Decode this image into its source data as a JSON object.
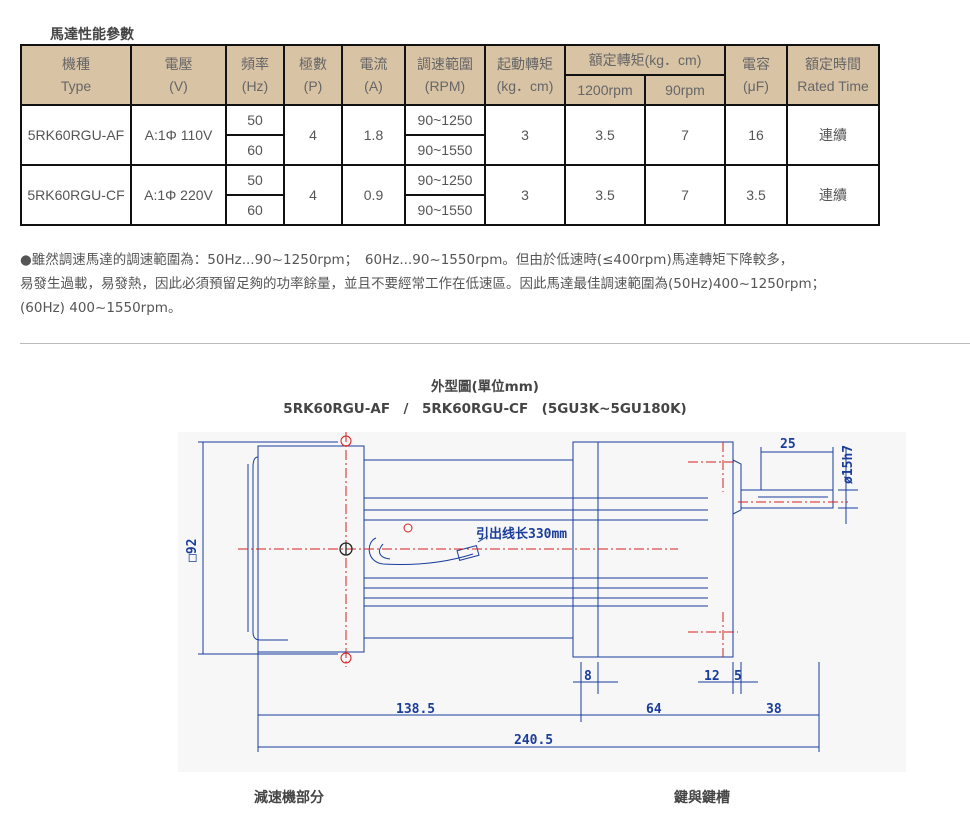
{
  "section_title": "馬達性能參數",
  "table": {
    "headers": {
      "model": [
        "機種",
        "Type"
      ],
      "voltage": [
        "電壓",
        "(V)"
      ],
      "freq": [
        "頻率",
        "(Hz)"
      ],
      "poles": [
        "極數",
        "(P)"
      ],
      "current": [
        "電流",
        "(A)"
      ],
      "speed": [
        "調速範圍",
        "(RPM)"
      ],
      "start_torque": [
        "起動轉矩",
        "(kg．cm)"
      ],
      "rated_torque": "額定轉矩(kg．cm)",
      "rt_1200": "1200rpm",
      "rt_90": "90rpm",
      "capacitor": [
        "電容",
        "(μF)"
      ],
      "rated_time": [
        "額定時間",
        "Rated Time"
      ]
    },
    "rows": [
      {
        "model": "5RK60RGU-AF",
        "voltage": "A:1Φ 110V",
        "freq": [
          "50",
          "60"
        ],
        "poles": "4",
        "current": "1.8",
        "speed": [
          "90~1250",
          "90~1550"
        ],
        "start_torque": "3",
        "rt_1200": "3.5",
        "rt_90": "7",
        "capacitor": "16",
        "rated_time": "連續"
      },
      {
        "model": "5RK60RGU-CF",
        "voltage": "A:1Φ 220V",
        "freq": [
          "50",
          "60"
        ],
        "poles": "4",
        "current": "0.9",
        "speed": [
          "90~1250",
          "90~1550"
        ],
        "start_torque": "3",
        "rt_1200": "3.5",
        "rt_90": "7",
        "capacitor": "3.5",
        "rated_time": "連續"
      }
    ]
  },
  "note": {
    "line1": "●雖然調速馬達的調速範圍為：50Hz...90~1250rpm；　60Hz...90~1550rpm。但由於低速時(≤400rpm)馬達轉矩下降較多，",
    "line2": "易發生過載，易發熱，因此必須預留足夠的功率餘量，並且不要經常工作在低速區。因此馬達最佳調速範圍為(50Hz)400~1250rpm；",
    "line3": "(60Hz) 400~1550rpm。"
  },
  "figure": {
    "title": "外型圖(單位mm)",
    "subtitle": "5RK60RGU-AF　/　5RK60RGU-CF　(5GU3K~5GU180K)",
    "dims": {
      "square": "□92",
      "shaft_len": "25",
      "shaft_dia": "ø15h7",
      "lead": "引出线长330mm",
      "d8": "8",
      "d12": "12",
      "d5": "5",
      "d138": "138.5",
      "d64": "64",
      "d38": "38",
      "d240": "240.5"
    }
  },
  "captions": {
    "gear": "減速機部分",
    "key": "鍵與鍵槽"
  }
}
